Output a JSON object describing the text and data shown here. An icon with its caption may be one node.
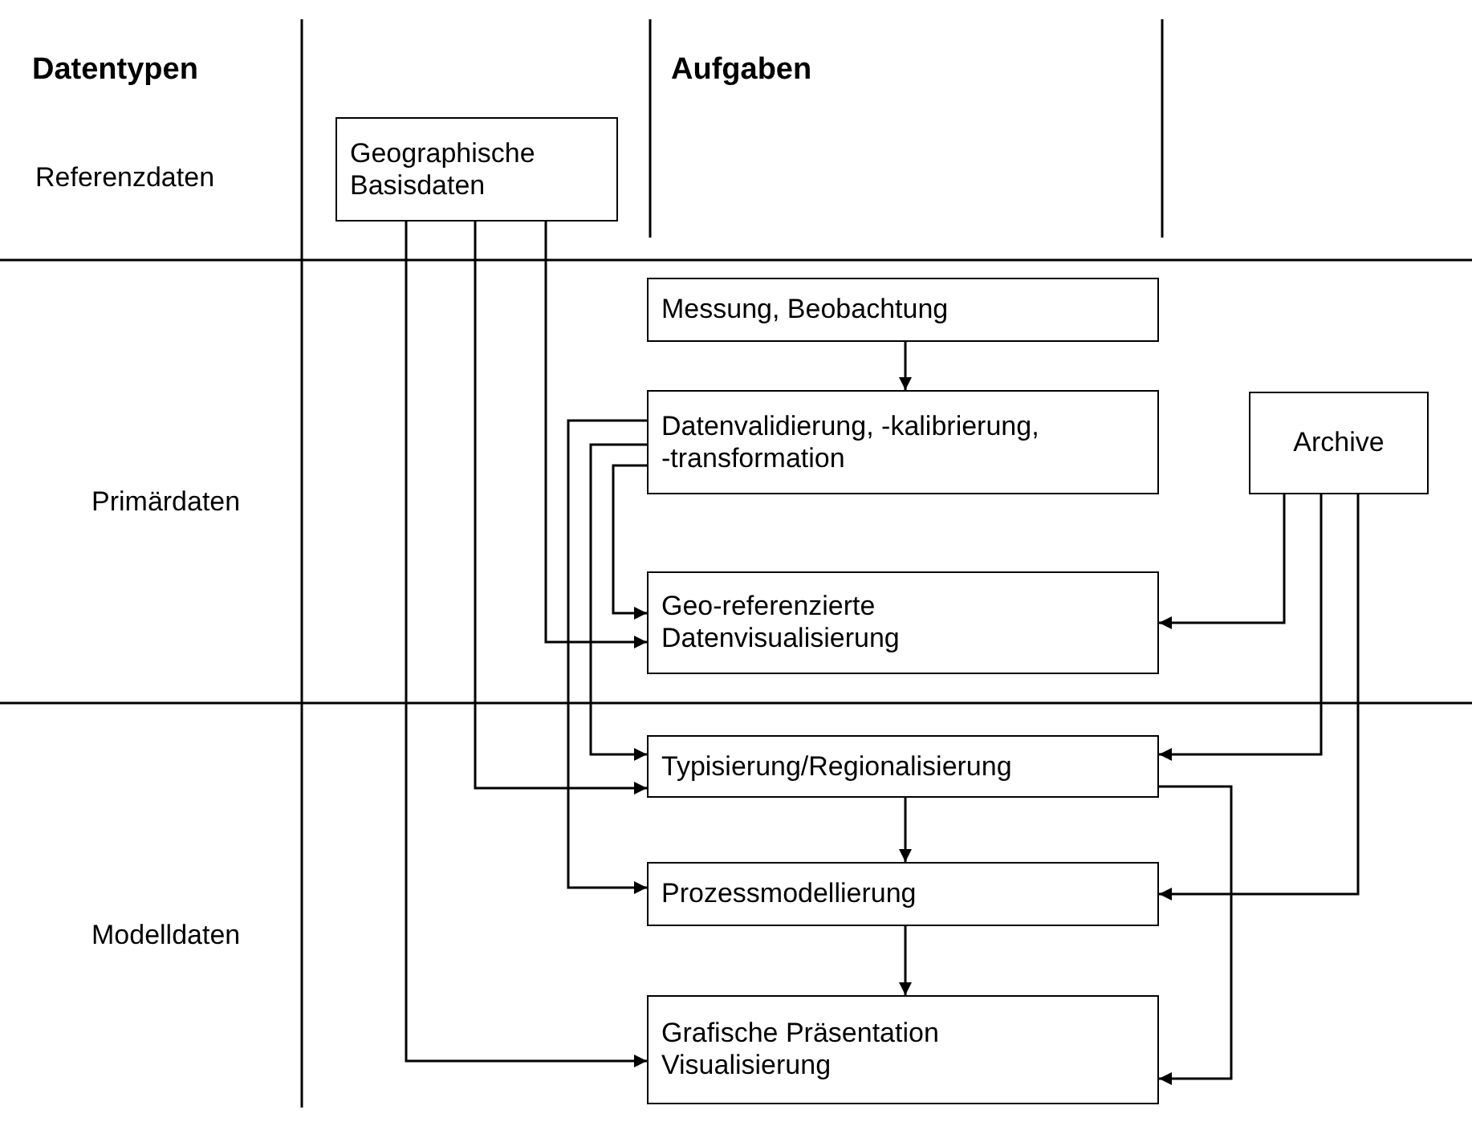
{
  "diagram": {
    "nodes": [
      {
        "text": [
          "Geographische Basisdaten"
        ]
      },
      {
        "text": [
          "Messung, Beobachtung"
        ]
      },
      {
        "text": [
          "Datenvalidierung, -kalibrierung, -transformation"
        ]
      },
      {
        "text": [
          "Archive"
        ]
      },
      {
        "text": [
          "Geo-referenzierte Datenvisualisierung"
        ]
      },
      {
        "text": [
          "Typisierung/Regionalisierung"
        ]
      },
      {
        "text": [
          "Prozessmodellierung"
        ]
      },
      {
        "text": [
          "Grafische Präsentation Visualisierung"
        ]
      }
    ],
    "edges": [
      {
        "from": 1,
        "to": 2,
        "arrow": "to"
      },
      {
        "from": 0,
        "to": 4,
        "arrow": "to"
      },
      {
        "from": 0,
        "to": 5,
        "arrow": "to"
      },
      {
        "from": 0,
        "to": 7,
        "arrow": "to"
      },
      {
        "from": 2,
        "to": 4,
        "arrow": "to"
      },
      {
        "from": 2,
        "to": 5,
        "arrow": "to"
      },
      {
        "from": 2,
        "to": 6,
        "arrow": "to"
      },
      {
        "from": 3,
        "to": 4,
        "arrow": "to"
      },
      {
        "from": 3,
        "to": 5,
        "arrow": "to"
      },
      {
        "from": 3,
        "to": 6,
        "arrow": "to"
      },
      {
        "from": 5,
        "to": 6,
        "arrow": "to"
      },
      {
        "from": 6,
        "to": 7,
        "arrow": "to"
      },
      {
        "from": 5,
        "to": 7,
        "arrow": "to"
      }
    ],
    "labels": [
      "Datentypen",
      "Aufgaben",
      "Referenzdaten",
      "Primärdaten",
      "Modelldaten"
    ]
  }
}
